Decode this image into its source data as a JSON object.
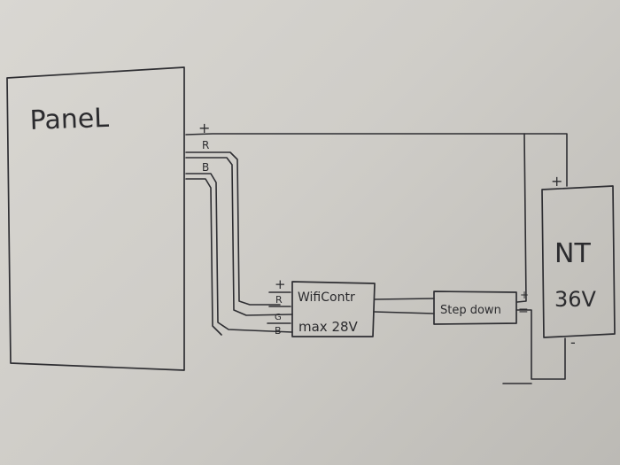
{
  "diagram": {
    "components": {
      "panel": {
        "label": "PaneL"
      },
      "wifi_controller": {
        "line1": "WifiContr",
        "line2": "max 28V"
      },
      "step_down": {
        "label": "Step down"
      },
      "psu": {
        "line1": "NT",
        "line2": "36V"
      }
    },
    "terminals": {
      "panel_plus": "+",
      "panel_r": "R",
      "panel_b": "B",
      "wifi_plus": "+",
      "wifi_r": "R",
      "wifi_g": "G",
      "wifi_b": "B",
      "stepdown_plus": "+",
      "stepdown_minus": "=",
      "psu_plus": "+",
      "psu_minus": "-"
    },
    "connections": [
      {
        "from": "panel.+",
        "to": "psu.+"
      },
      {
        "from": "panel.R",
        "to": "wifi_controller.R"
      },
      {
        "from": "panel.B",
        "to": "wifi_controller.B"
      },
      {
        "from": "wifi_controller",
        "to": "step_down"
      },
      {
        "from": "step_down.+",
        "to": "psu.+"
      },
      {
        "from": "step_down.-",
        "to": "psu.-"
      }
    ]
  }
}
